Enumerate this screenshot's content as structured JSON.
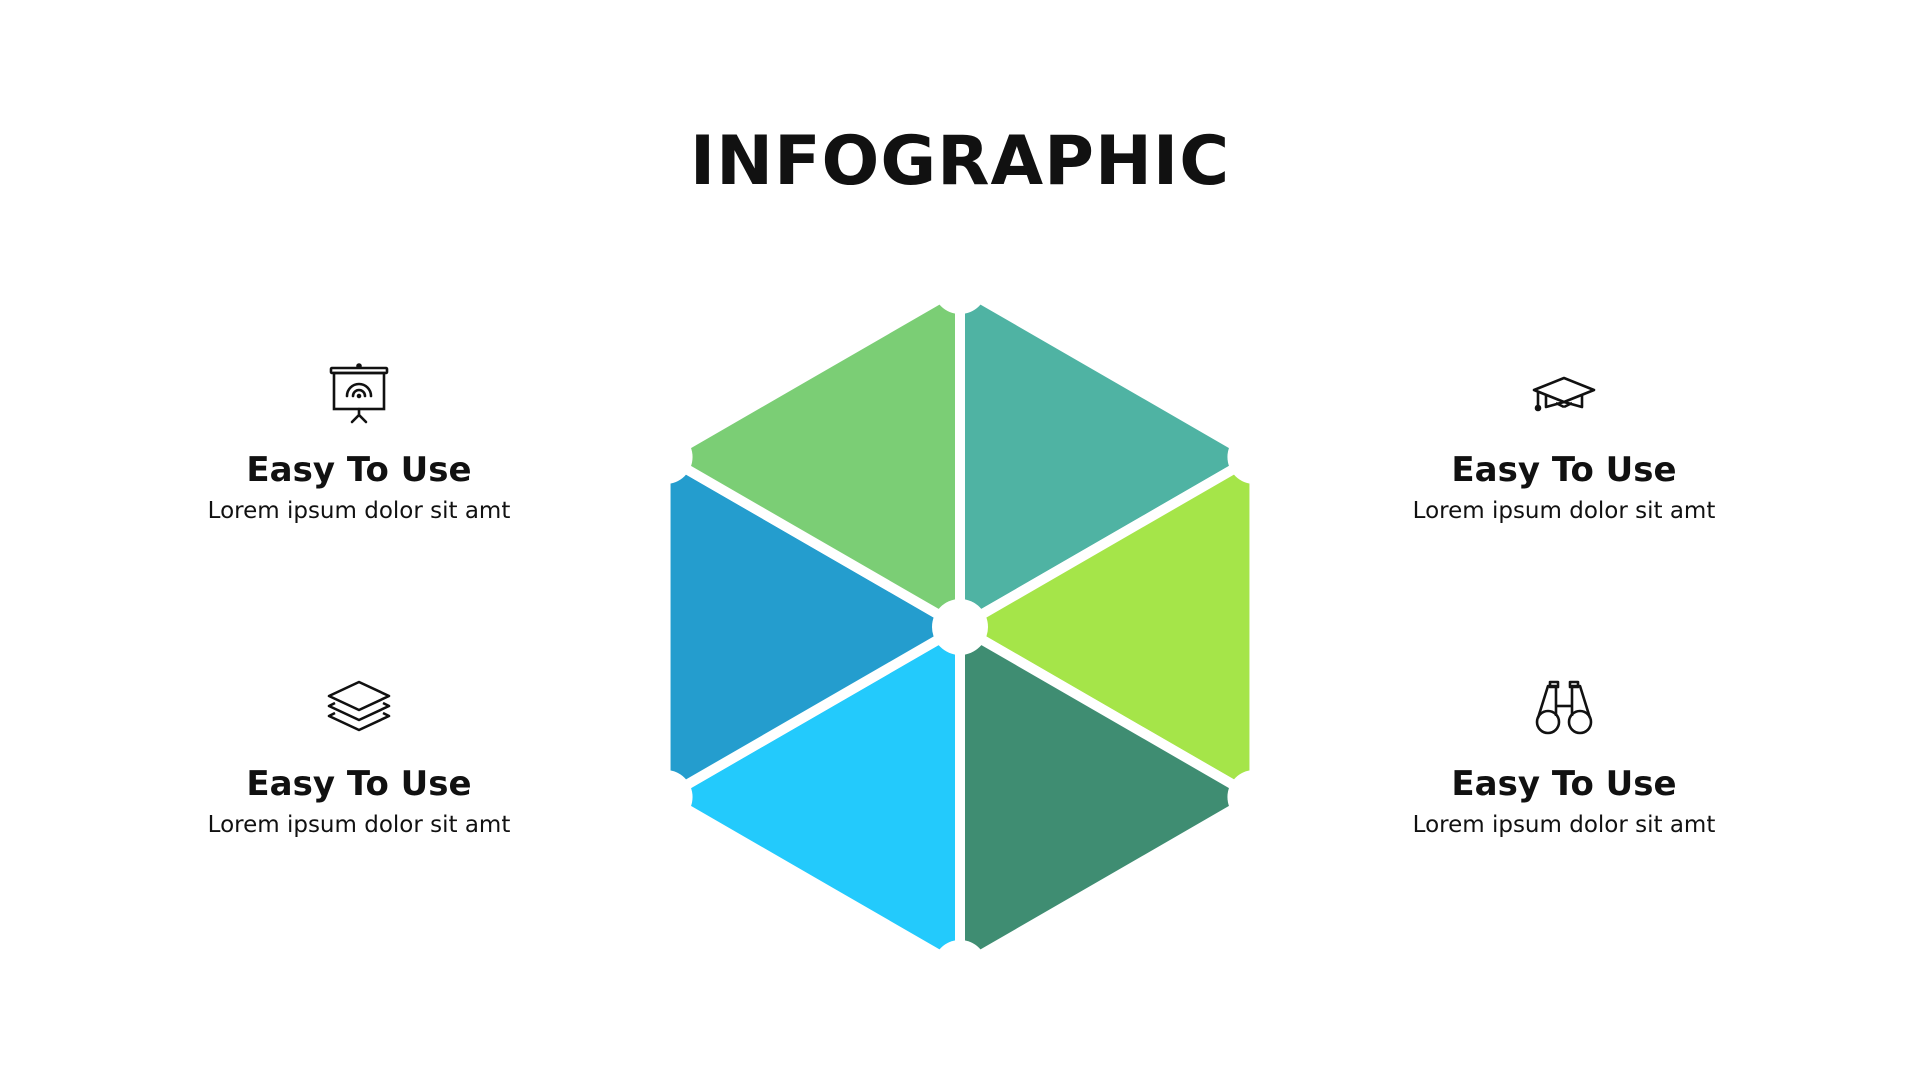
{
  "title": "INFOGRAPHIC",
  "items": [
    {
      "icon": "presentation-screen-icon",
      "heading": "Easy To Use",
      "text": "Lorem ipsum dolor sit amt"
    },
    {
      "icon": "layers-icon",
      "heading": "Easy To Use",
      "text": "Lorem ipsum dolor sit amt"
    },
    {
      "icon": "graduation-cap-icon",
      "heading": "Easy To Use",
      "text": "Lorem ipsum dolor sit amt"
    },
    {
      "icon": "binoculars-icon",
      "heading": "Easy To Use",
      "text": "Lorem ipsum dolor sit amt"
    }
  ],
  "segments": [
    {
      "name": "top-right",
      "color": "#4FB3A3"
    },
    {
      "name": "right",
      "color": "#A5E549"
    },
    {
      "name": "bottom-right",
      "color": "#3F8D72"
    },
    {
      "name": "bottom-left",
      "color": "#23CAFC"
    },
    {
      "name": "left",
      "color": "#249DCE"
    },
    {
      "name": "top-left",
      "color": "#7BCE75"
    }
  ]
}
